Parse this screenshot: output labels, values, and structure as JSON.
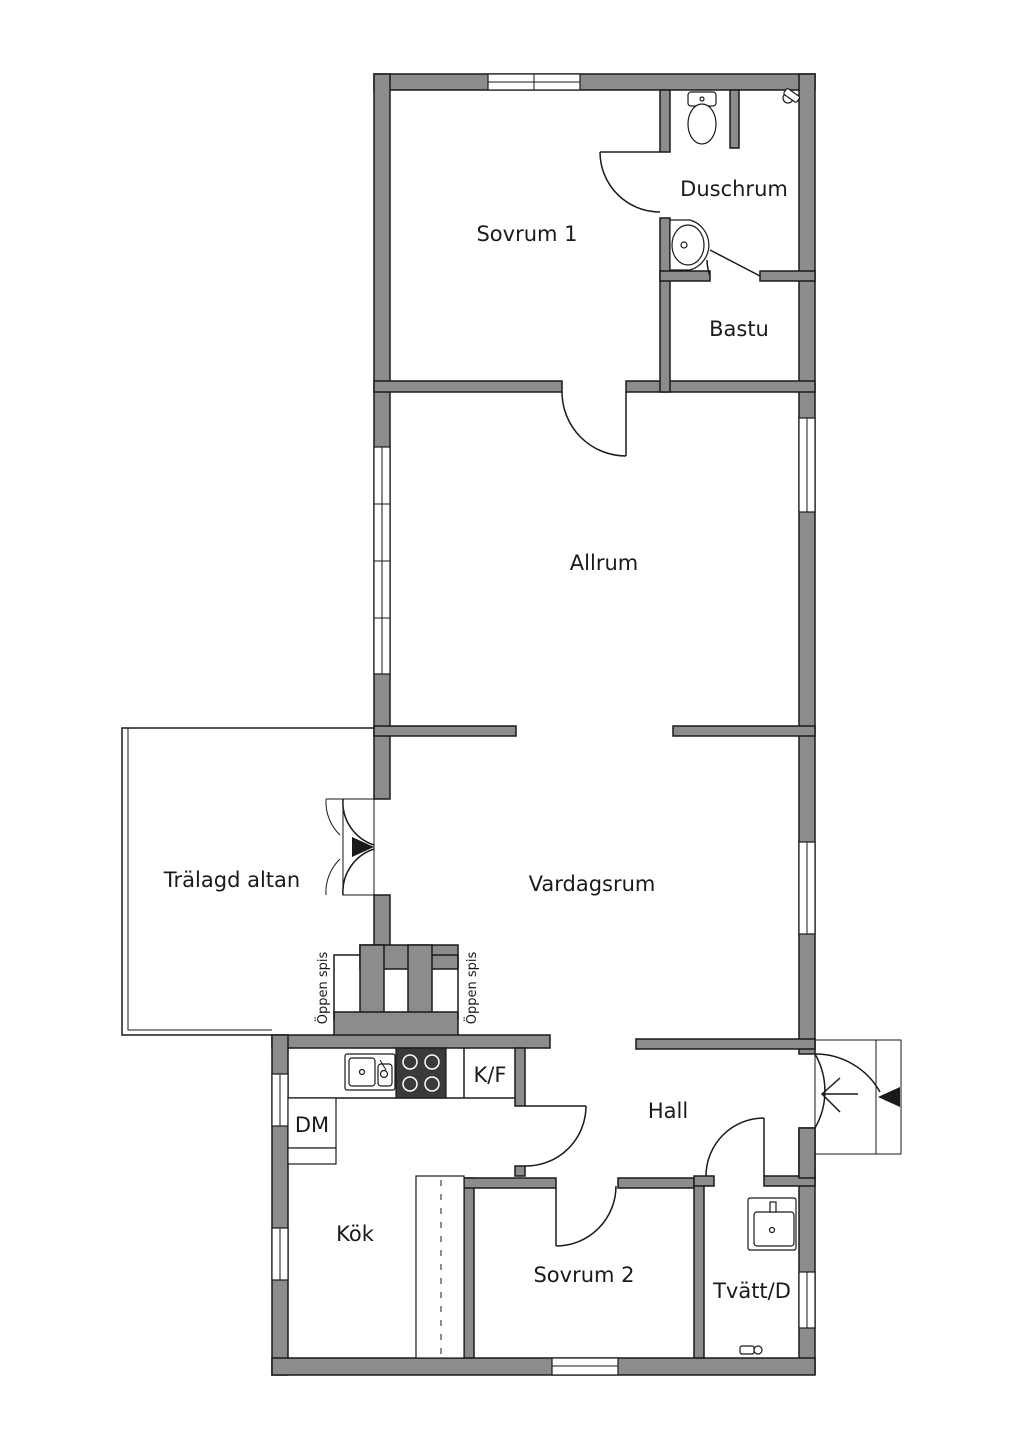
{
  "rooms": {
    "sovrum1": "Sovrum 1",
    "duschrum": "Duschrum",
    "bastu": "Bastu",
    "allrum": "Allrum",
    "vardagsrum": "Vardagsrum",
    "altan": "Trälagd altan",
    "kok": "Kök",
    "hall": "Hall",
    "sovrum2": "Sovrum 2",
    "tvatt": "Tvätt/D"
  },
  "fixtures": {
    "fireplace_left": "Öppen spis",
    "fireplace_right": "Öppen spis",
    "fridge_freezer": "K/F",
    "dishwasher": "DM"
  },
  "colors": {
    "wall_fill": "#8c8c8c",
    "line": "#1a1a1a",
    "background": "#ffffff"
  }
}
